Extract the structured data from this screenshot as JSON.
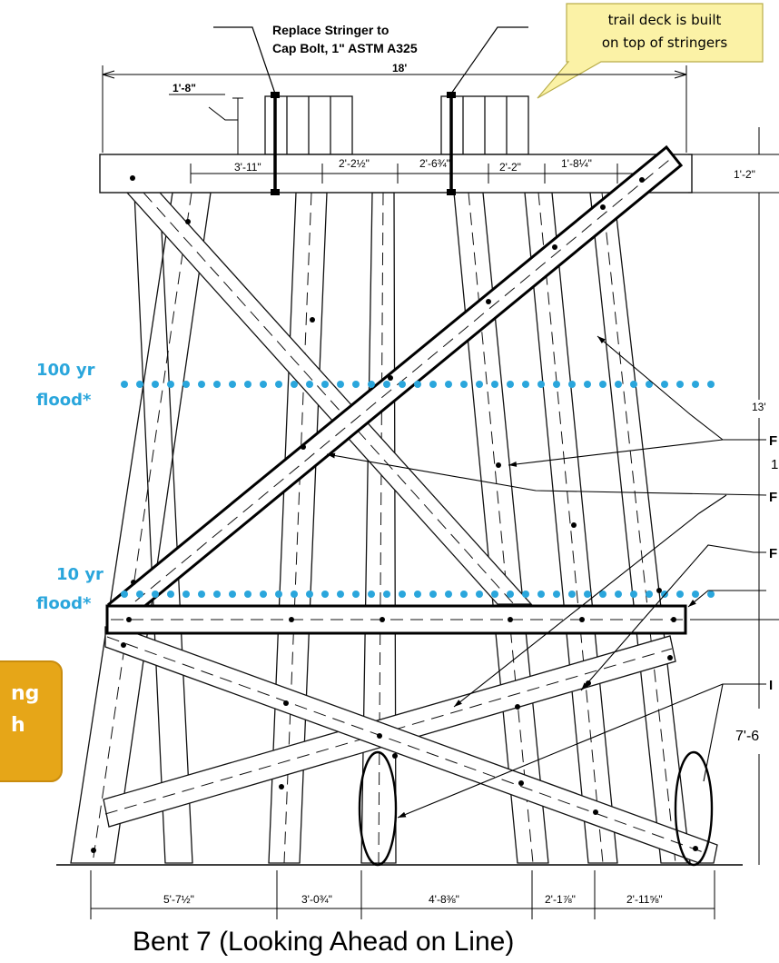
{
  "header": {
    "line1": "Replace Stringer to",
    "line2": "Cap Bolt, 1\" ASTM A325"
  },
  "callout": {
    "line1": "trail deck is built",
    "line2": "on top of stringers"
  },
  "dimensions": {
    "overall_width": "18'",
    "stringer_offset": "1'-8\"",
    "cap_height": "1'-2\"",
    "upper_height": "13'",
    "lower_height": "7'-6",
    "top": [
      "3'-11\"",
      "2'-2½\"",
      "2'-6¾\"",
      "2'-2\"",
      "1'-8¼\""
    ],
    "bottom": [
      "5'-7½\"",
      "3'-0¾\"",
      "4'-8⅜\"",
      "2'-1⅞\"",
      "2'-11⅝\""
    ]
  },
  "flood": {
    "f100_line1": "100 yr",
    "f100_line2": "flood*",
    "f10_line1": "10 yr",
    "f10_line2": "flood*"
  },
  "side_badge": {
    "line1": "ng",
    "line2": "h"
  },
  "right_labels": [
    "F",
    "1",
    "F",
    "F",
    "I"
  ],
  "caption": "Bent 7 (Looking Ahead on Line)",
  "colors": {
    "flood_blue": "#2aa6dc",
    "callout_fill": "#fbf2a6",
    "badge_fill": "#e6a618",
    "line": "#111111"
  }
}
